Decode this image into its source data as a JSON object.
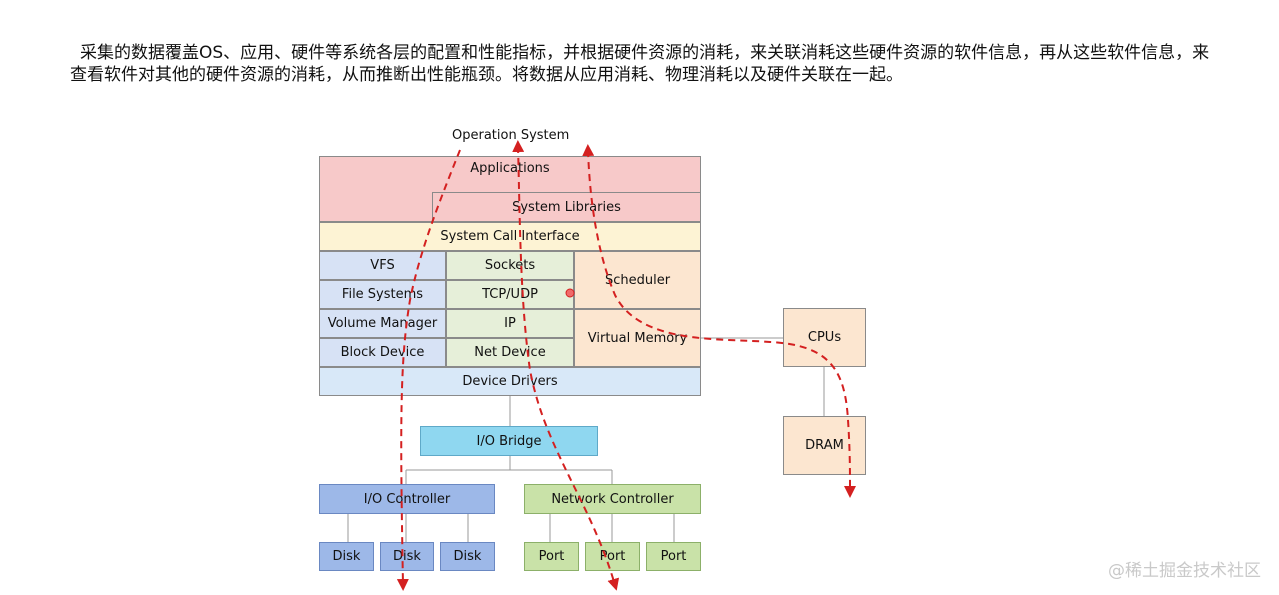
{
  "intro_text": "采集的数据覆盖OS、应用、硬件等系统各层的配置和性能指标，并根据硬件资源的消耗，来关联消耗这些硬件资源的软件信息，再从这些软件信息，来查看软件对其他的硬件资源的消耗，从而推断出性能瓶颈。将数据从应用消耗、物理消耗以及硬件关联在一起。",
  "diagram": {
    "os_label": "Operation System",
    "applications": "Applications",
    "system_libraries": "System Libraries",
    "system_call_interface": "System Call Interface",
    "vfs": "VFS",
    "sockets": "Sockets",
    "scheduler": "Scheduler",
    "file_systems": "File Systems",
    "tcp_udp": "TCP/UDP",
    "volume_manager": "Volume Manager",
    "ip": "IP",
    "virtual_memory": "Virtual Memory",
    "block_device": "Block Device",
    "net_device": "Net Device",
    "device_drivers": "Device Drivers",
    "io_bridge": "I/O Bridge",
    "io_controller": "I/O Controller",
    "network_controller": "Network Controller",
    "disks": [
      "Disk",
      "Disk",
      "Disk"
    ],
    "ports": [
      "Port",
      "Port",
      "Port"
    ],
    "cpus": "CPUs",
    "dram": "DRAM"
  },
  "colors": {
    "annotation_red": "#d42020"
  },
  "watermark": "@稀土掘金技术社区"
}
